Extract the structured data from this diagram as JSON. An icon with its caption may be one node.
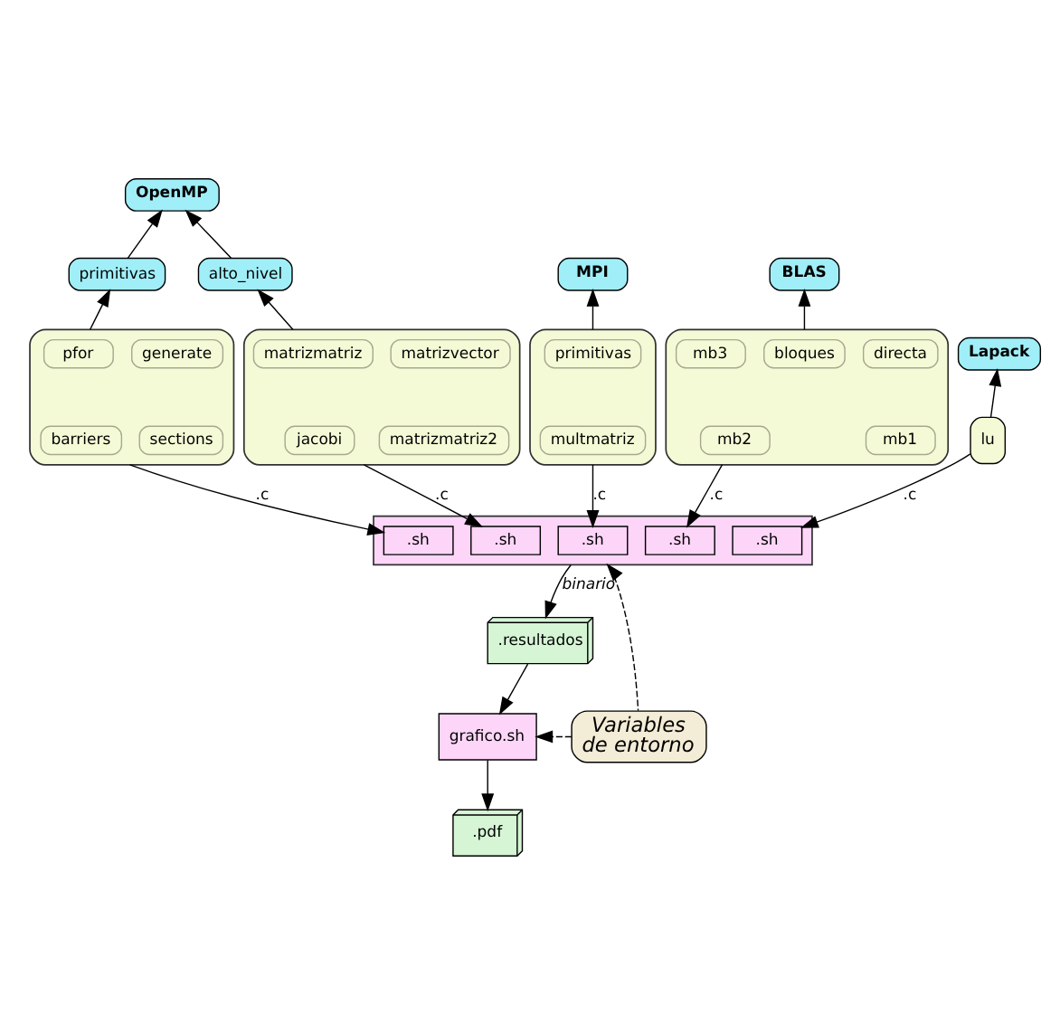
{
  "diagram": {
    "nodes": [
      {
        "text": [
          "OpenMP"
        ]
      },
      {
        "text": [
          "MPI"
        ]
      },
      {
        "text": [
          "BLAS"
        ]
      },
      {
        "text": [
          "Lapack"
        ]
      },
      {
        "text": [
          "primitivas"
        ]
      },
      {
        "text": [
          "alto_nivel"
        ]
      },
      {
        "text": [],
        "shape": "box"
      },
      {
        "text": [
          "generate"
        ],
        "in": 6
      },
      {
        "text": [
          "pfor"
        ],
        "in": 6
      },
      {
        "text": [
          "sections"
        ],
        "in": 6
      },
      {
        "text": [
          "barriers"
        ],
        "in": 6
      },
      {
        "text": [],
        "shape": "box"
      },
      {
        "text": [
          "matrizvector"
        ],
        "in": 11
      },
      {
        "text": [
          "matrizmatriz"
        ],
        "in": 11
      },
      {
        "text": [
          "matrizmatriz2"
        ],
        "in": 11
      },
      {
        "text": [
          "jacobi"
        ],
        "in": 11
      },
      {
        "text": [],
        "shape": "box"
      },
      {
        "text": [
          "primitivas"
        ],
        "in": 16
      },
      {
        "text": [
          "multmatriz"
        ],
        "in": 16
      },
      {
        "text": [],
        "shape": "box"
      },
      {
        "text": [
          "directa"
        ],
        "in": 19
      },
      {
        "text": [
          "bloques"
        ],
        "in": 19
      },
      {
        "text": [
          "mb1"
        ],
        "in": 19
      },
      {
        "text": [
          "mb2"
        ],
        "in": 19
      },
      {
        "text": [
          "mb3"
        ],
        "in": 19
      },
      {
        "text": [
          "lu"
        ]
      },
      {
        "text": [],
        "shape": "bar"
      },
      {
        "text": [
          ".sh"
        ],
        "in": 26
      },
      {
        "text": [
          ".sh"
        ],
        "in": 26
      },
      {
        "text": [
          ".sh"
        ],
        "in": 26
      },
      {
        "text": [
          ".sh"
        ],
        "in": 26
      },
      {
        "text": [
          ".sh"
        ],
        "in": 26
      },
      {
        "text": [
          ".resultados"
        ]
      },
      {
        "text": [
          "Variables de entorno"
        ]
      },
      {
        "text": [
          "grafico.sh"
        ]
      },
      {
        "text": [
          ".pdf"
        ]
      }
    ],
    "edges": [
      {
        "from": 4,
        "to": 0,
        "arrow": "to"
      },
      {
        "from": 5,
        "to": 0,
        "arrow": "to"
      },
      {
        "from": 6,
        "to": 4,
        "arrow": "to"
      },
      {
        "from": 11,
        "to": 5,
        "arrow": "to"
      },
      {
        "from": 16,
        "to": 1,
        "arrow": "to"
      },
      {
        "from": 19,
        "to": 2,
        "arrow": "to"
      },
      {
        "from": 25,
        "to": 3,
        "arrow": "to"
      },
      {
        "from": 6,
        "to": 27,
        "label": ".c",
        "arrow": "to"
      },
      {
        "from": 11,
        "to": 28,
        "label": ".c",
        "arrow": "to"
      },
      {
        "from": 16,
        "to": 29,
        "label": ".c",
        "arrow": "to"
      },
      {
        "from": 19,
        "to": 30,
        "label": ".c",
        "arrow": "to"
      },
      {
        "from": 25,
        "to": 31,
        "label": ".c",
        "arrow": "to"
      },
      {
        "from": 26,
        "to": 32,
        "label": "binario",
        "arrow": "to"
      },
      {
        "from": 32,
        "to": 34,
        "arrow": "to"
      },
      {
        "from": 34,
        "to": 35,
        "arrow": "to"
      },
      {
        "from": 33,
        "to": 26,
        "arrow": "to",
        "style": "dashed"
      },
      {
        "from": 33,
        "to": 34,
        "arrow": "to",
        "style": "dashed"
      }
    ]
  }
}
